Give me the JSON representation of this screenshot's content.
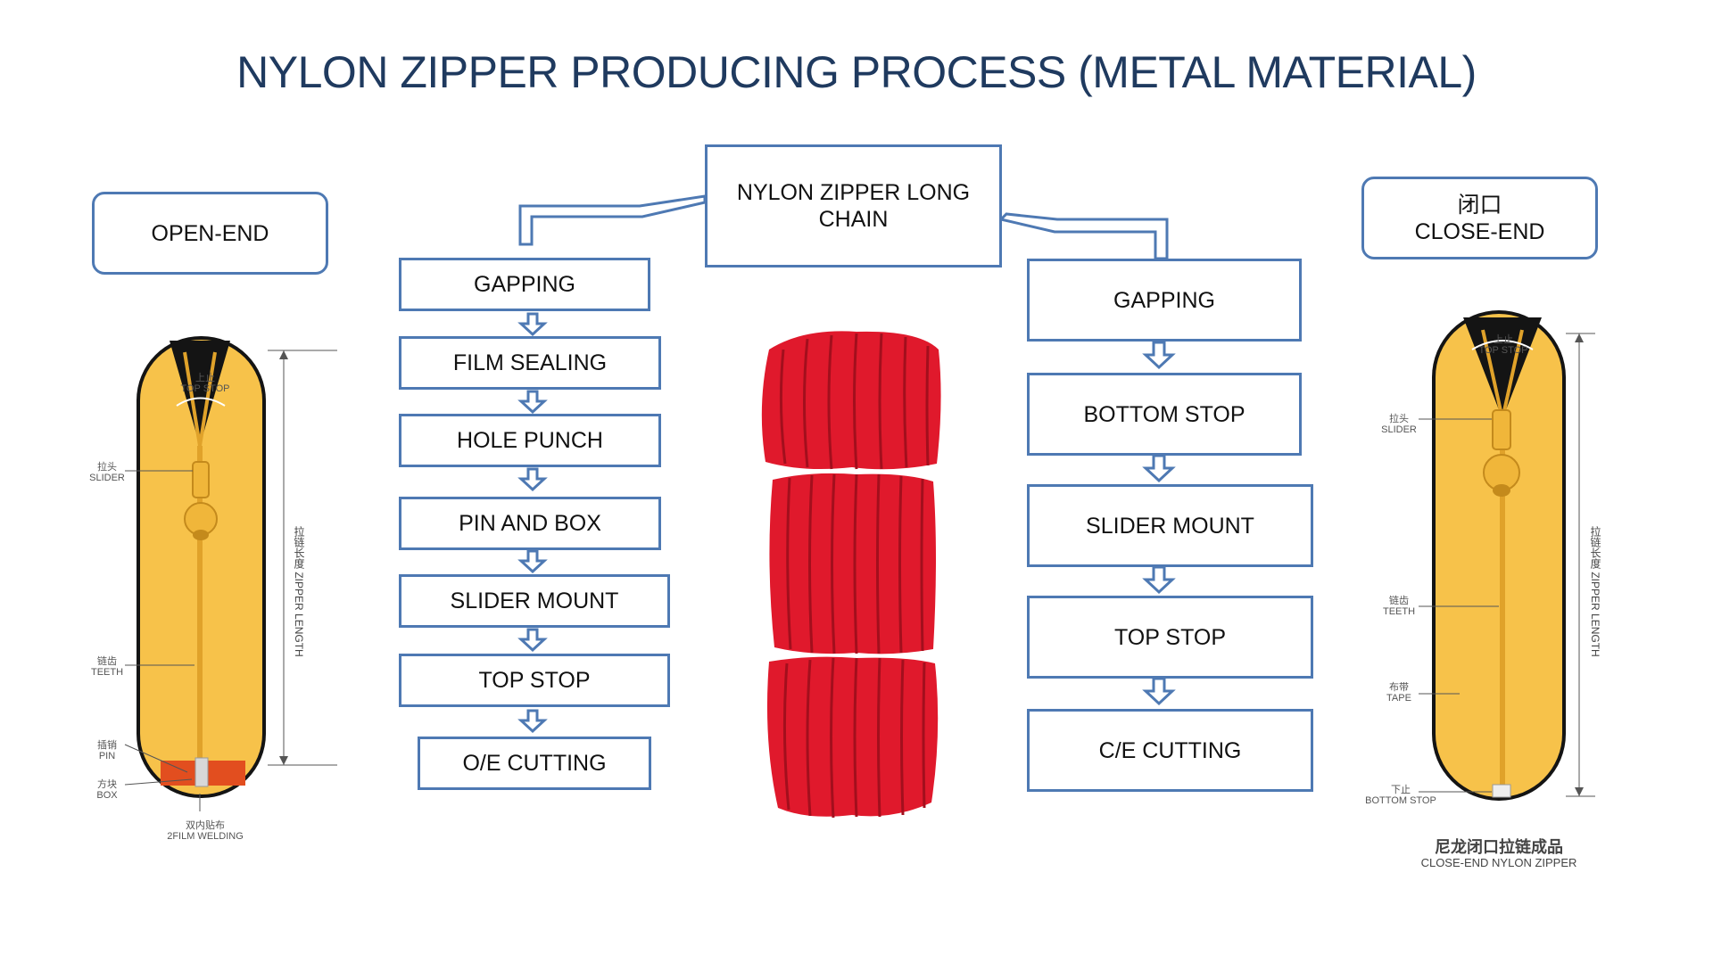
{
  "title": "NYLON ZIPPER PRODUCING PROCESS (METAL MATERIAL)",
  "center": {
    "label_line1": "NYLON ZIPPER LONG",
    "label_line2": "CHAIN"
  },
  "open_end": {
    "header": "OPEN-END",
    "steps": [
      "GAPPING",
      "FILM SEALING",
      "HOLE PUNCH",
      "PIN AND BOX",
      "SLIDER MOUNT",
      "TOP STOP",
      "O/E CUTTING"
    ],
    "labels": {
      "top_stop_cn": "上止",
      "top_stop_en": "TOP STOP",
      "slider_cn": "拉头",
      "slider_en": "SLIDER",
      "teeth_cn": "链齿",
      "teeth_en": "TEETH",
      "pin_cn": "插销",
      "pin_en": "PIN",
      "box_cn": "方块",
      "box_en": "BOX",
      "film_cn": "双内贴布",
      "film_en": "2FILM WELDING",
      "length_cn": "拉链长度",
      "length_en": "ZIPPER LENGTH"
    }
  },
  "close_end": {
    "header_cn": "闭口",
    "header_en": "CLOSE-END",
    "steps": [
      "GAPPING",
      "BOTTOM STOP",
      "SLIDER MOUNT",
      "TOP STOP",
      "C/E CUTTING"
    ],
    "labels": {
      "top_stop_cn": "上止",
      "top_stop_en": "TOP STOP",
      "slider_cn": "拉头",
      "slider_en": "SLIDER",
      "teeth_cn": "链齿",
      "teeth_en": "TEETH",
      "tape_cn": "布带",
      "tape_en": "TAPE",
      "bottom_stop_cn": "下止",
      "bottom_stop_en": "BOTTOM STOP",
      "length_cn": "拉链长度",
      "length_en": "ZIPPER LENGTH"
    },
    "caption_cn": "尼龙闭口拉链成品",
    "caption_en": "CLOSE-END NYLON  ZIPPER"
  },
  "colors": {
    "title": "#1f3a5f",
    "box_border": "#4e79b3",
    "arrow": "#4e79b3",
    "zipper_tape": "#f7c24a",
    "zipper_shadow": "#141414",
    "chain_roll": "#e0192c"
  }
}
